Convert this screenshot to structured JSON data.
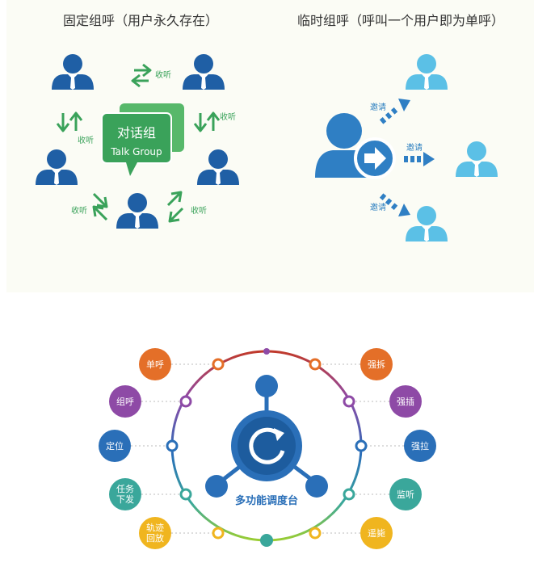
{
  "top": {
    "left_title": "固定组呼（用户永久存在）",
    "right_title": "临时组呼（呼叫一个用户即为单呼）",
    "talk_group": {
      "cn": "对话组",
      "en": "Talk Group"
    },
    "listen_label": "收听",
    "invite_label": "邀请",
    "colors": {
      "green": "#3aa25a",
      "dark_blue": "#1f5fa5",
      "light_blue": "#5bc0e6",
      "mid_blue": "#2f7fc4"
    }
  },
  "bottom": {
    "center_label": "多功能调度台",
    "left_nodes": [
      {
        "label": "单呼",
        "color": "#e46f28"
      },
      {
        "label": "组呼",
        "color": "#8e4aa6"
      },
      {
        "label": "定位",
        "color": "#2a6fb8"
      },
      {
        "label": "任务\n下发",
        "color": "#3aa79b"
      },
      {
        "label": "轨迹\n回放",
        "color": "#f0b51f"
      }
    ],
    "right_nodes": [
      {
        "label": "强拆",
        "color": "#e46f28"
      },
      {
        "label": "强插",
        "color": "#8e4aa6"
      },
      {
        "label": "强拉",
        "color": "#2a6fb8"
      },
      {
        "label": "监听",
        "color": "#3aa79b"
      },
      {
        "label": "遥毙",
        "color": "#f0b51f"
      }
    ],
    "colors": {
      "hub": "#2a6fb8"
    }
  }
}
